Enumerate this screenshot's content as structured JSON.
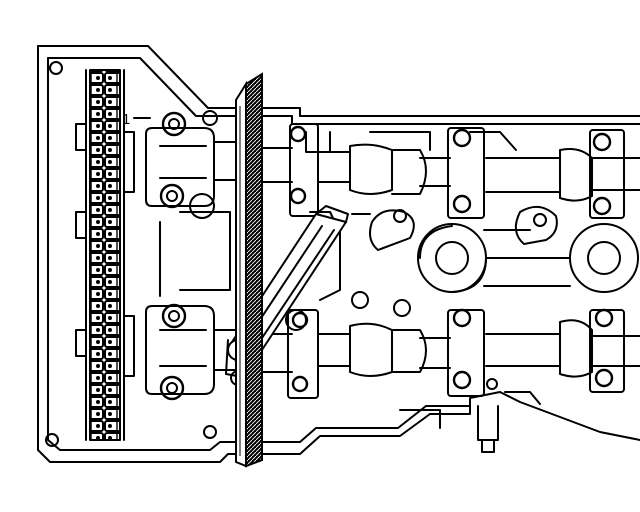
{
  "figure": {
    "callout_label": "1",
    "colors": {
      "ink": "#000000",
      "paper": "#ffffff"
    },
    "components": [
      "cylinder-head",
      "timing-chain",
      "intake-camshaft",
      "exhaust-camshaft",
      "camshaft-bearing-caps",
      "camshaft-holding-tool",
      "tool-bar"
    ]
  }
}
